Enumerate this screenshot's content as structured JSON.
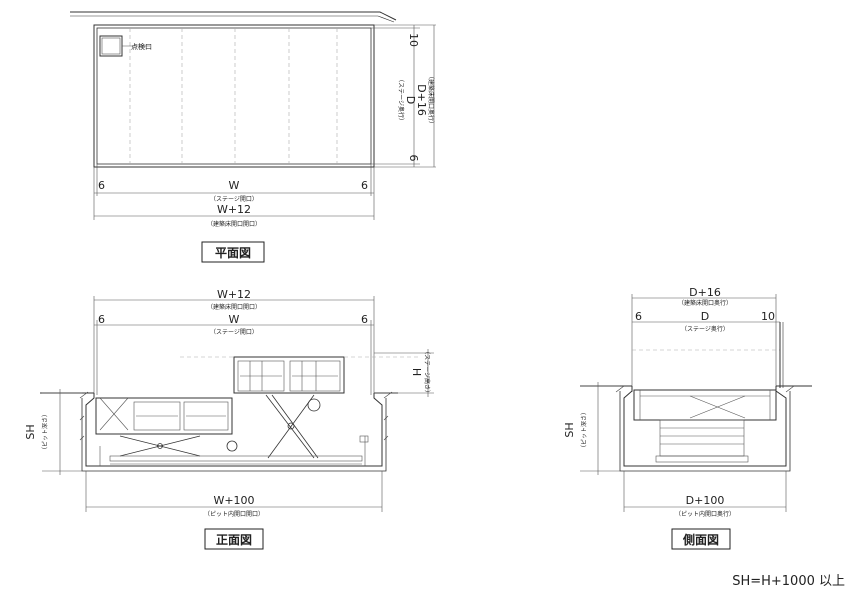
{
  "plan": {
    "title": "平面図",
    "inspection_label": "点検口",
    "dim_side_left": "6",
    "dim_side_right": "6",
    "dim_width": "W",
    "dim_width_note": "（ステージ開口）",
    "dim_outer_width": "W+12",
    "dim_outer_width_note": "（建築床開口開口）",
    "dim_top": "10",
    "dim_bottom": "6",
    "dim_depth": "D",
    "dim_depth_note": "（ステージ奥行）",
    "dim_outer_depth": "D+16",
    "dim_outer_depth_note": "（建築床開口奥行）"
  },
  "front": {
    "title": "正面図",
    "dim_outer_width": "W+12",
    "dim_outer_width_note": "（建築床開口開口）",
    "dim_side_left": "6",
    "dim_side_right": "6",
    "dim_width": "W",
    "dim_width_note": "（ステージ開口）",
    "dim_stage_height": "H",
    "dim_stage_height_note": "（ステージ高さ）",
    "dim_pit_depth": "SH",
    "dim_pit_depth_note": "（ピット深さ）",
    "dim_pit_width": "W+100",
    "dim_pit_width_note": "（ピット内開口開口）"
  },
  "side": {
    "title": "側面図",
    "dim_outer_depth": "D+16",
    "dim_outer_depth_note": "（建築床開口奥行）",
    "dim_side_left": "6",
    "dim_depth": "D",
    "dim_side_right": "10",
    "dim_depth_note": "（ステージ奥行）",
    "dim_pit_depth": "SH",
    "dim_pit_depth_note": "（ピット深さ）",
    "dim_pit_depth_total": "D+100",
    "dim_pit_depth_total_note": "（ピット内開口奥行）"
  },
  "footnote": "SH=H+1000 以上"
}
